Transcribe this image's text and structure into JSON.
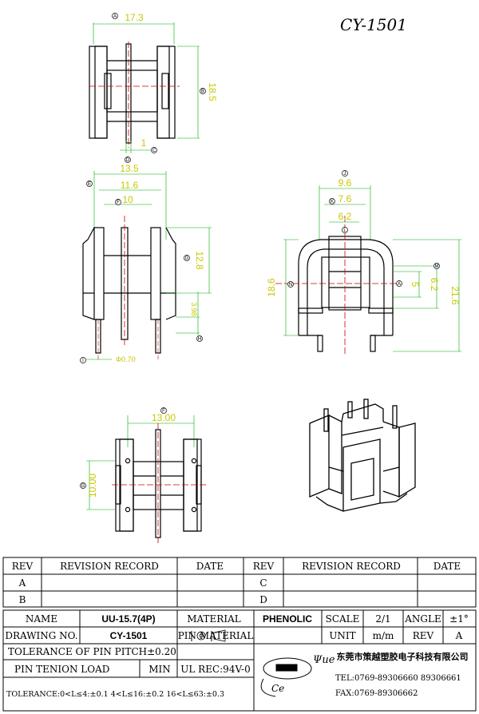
{
  "title": "CY-1501",
  "dims": {
    "width_top": "17.3",
    "height_top": "18.5",
    "pin_gap_top": "1",
    "width_outer_front": "13.5",
    "width_mid_front": "11.6",
    "width_inner_front": "10",
    "height_front": "12.8",
    "pin_len_front": "3.98",
    "pin_dia": "Φ0.70",
    "side_w1": "9.6",
    "side_w2": "7.6",
    "side_w3": "6.2",
    "side_h_left": "18.6",
    "side_h_a": "5",
    "side_h_b": "6.2",
    "side_h_right": "21.6",
    "bottom_w": "13.00",
    "bottom_h": "10.00"
  },
  "callouts": [
    "A",
    "B",
    "C",
    "D",
    "E",
    "F",
    "G",
    "H",
    "I",
    "J",
    "K",
    "L",
    "M",
    "N"
  ],
  "revision": {
    "headers": [
      "REV",
      "REVISION RECORD",
      "DATE",
      "REV",
      "REVISION RECORD",
      "DATE"
    ],
    "rows": [
      [
        "A",
        "",
        "",
        "C",
        "",
        ""
      ],
      [
        "B",
        "",
        "",
        "D",
        "",
        ""
      ]
    ]
  },
  "titleblock": {
    "name_label": "NAME",
    "name_value": "UU-15.7(4P)",
    "material_label": "MATERIAL",
    "material_value": "PHENOLIC",
    "scale_label": "SCALE",
    "scale_value": "2/1",
    "angle_label": "ANGLE",
    "angle_value": "±1°",
    "drawing_no_label": "DRAWING NO.",
    "drawing_no_value": "CY-1501",
    "pin_material_label": "PIN MATERIAL",
    "unit_label": "UNIT",
    "unit_value": "m/m",
    "rev_label": "REV",
    "rev_value": "A",
    "pitch_tol": "TOLERANCE OF PIN PITCH±0.20",
    "tension_label": "PIN TENION LOAD",
    "tension_min": "MIN",
    "ul_rec": "UL REC:94V-0",
    "company_cn": "东莞市策越塑胶电子科技有限公司",
    "tel": "TEL:0769-89306660 89306661",
    "fax": "FAX:0769-89306662",
    "tolerance": "TOLERANCE:0<L≤4:±0.1  4<L≤16:±0.2  16<L≤63:±0.3",
    "logo_text": "Ψue",
    "logo_sub": "Ce"
  }
}
